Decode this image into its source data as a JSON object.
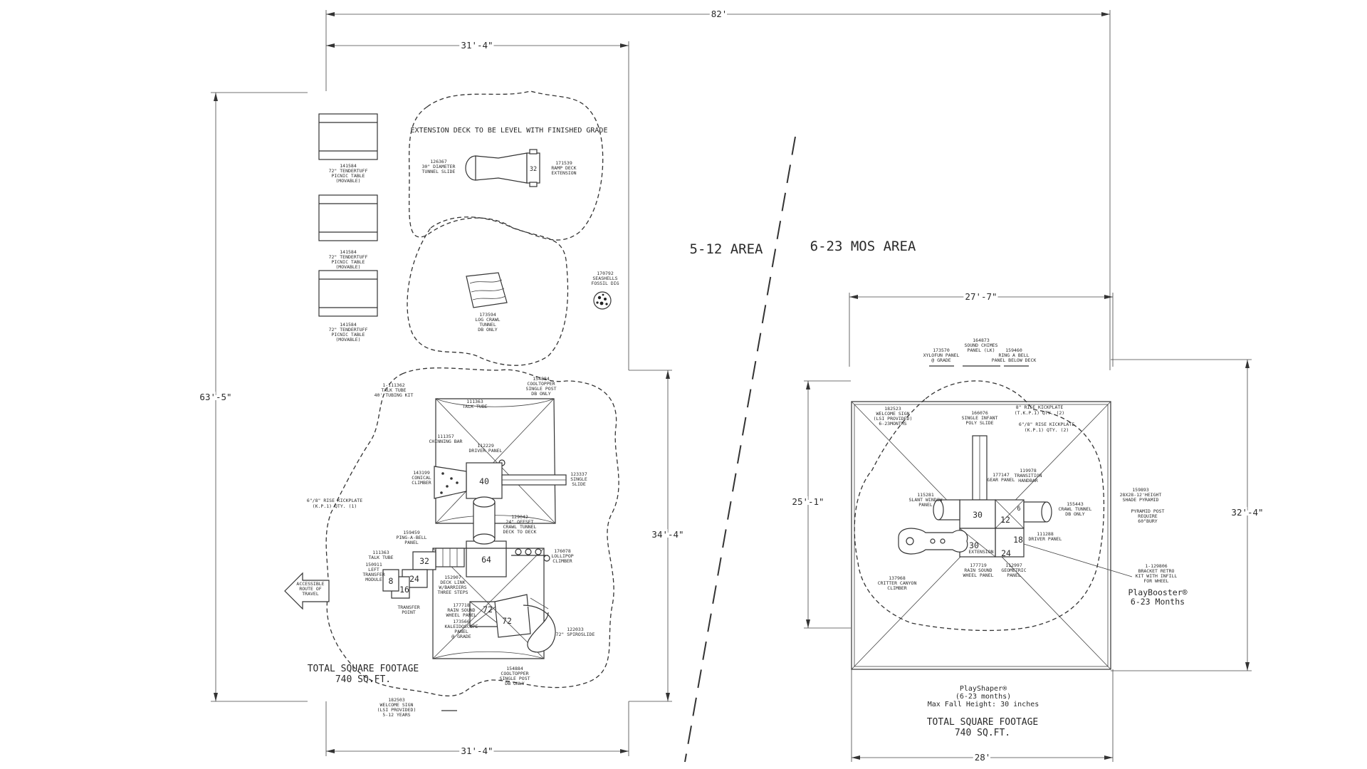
{
  "dimensions": {
    "overall_width": "82'",
    "left_top_width": "31'-4\"",
    "left_bottom_width": "31'-4\"",
    "left_height": "63'-5\"",
    "left_struct_height": "34'-4\"",
    "right_top_width": "27'-7\"",
    "right_bottom_width": "28'",
    "right_left_height": "25'-1\"",
    "right_right_height": "32'-4\""
  },
  "areas": {
    "left": "5-12 AREA",
    "right": "6-23 MOS AREA"
  },
  "notes": {
    "extension_deck": "EXTENSION DECK TO BE LEVEL WITH FINISHED GRADE",
    "left_total_title": "TOTAL SQUARE FOOTAGE",
    "left_total_value": "740 SQ.FT.",
    "right_total_title": "TOTAL SQUARE FOOTAGE",
    "right_total_value": "740 SQ.FT.",
    "route_lines": [
      "ACCESSIBLE",
      "ROUTE OF",
      "TRAVEL"
    ],
    "playshaper_lines": [
      "PlayShaper®",
      "(6-23 months)",
      "Max Fall Height: 30 inches"
    ],
    "playbooster_lines": [
      "PlayBooster®",
      "6-23 Months"
    ]
  },
  "picnic_tables": [
    [
      "141584",
      "72\" TENDERTUFF",
      "PICNIC TABLE",
      "(MOVABLE)"
    ],
    [
      "141584",
      "72\" TENDERTUFF",
      "PICNIC TABLE",
      "(MOVABLE)"
    ],
    [
      "141584",
      "72\" TENDERTUFF",
      "PICNIC TABLE",
      "(MOVABLE)"
    ]
  ],
  "deck_heights": {
    "tunnel": "32",
    "c40": "40",
    "c64": "64",
    "c72a": "72",
    "c72b": "72",
    "c32": "32",
    "c24": "24",
    "c16": "16",
    "c8": "8",
    "r30a": "30",
    "r12": "12",
    "r6": "6",
    "r18": "18",
    "r30b": "30",
    "r24": "24"
  },
  "labels_left": {
    "tunnel_slide": [
      "126367",
      "30\" DIAMETER",
      "TUNNEL SLIDE"
    ],
    "ramp_deck": [
      "171539",
      "RAMP DECK",
      "EXTENSION"
    ],
    "crawl_tunnel": [
      "173594",
      "LOG CRAWL",
      "TUNNEL",
      "DB ONLY"
    ],
    "fossil": [
      "170792",
      "SEASHELLS",
      "FOSSIL DIG"
    ],
    "talk_tube_kit": [
      "1-111362",
      "TALK TUBE",
      "40' TUBING KIT"
    ],
    "talk_tube_top": [
      "111363",
      "TALK TUBE"
    ],
    "cooltopper_top": [
      "154884",
      "COOLTOPPER",
      "SINGLE POST",
      "DB ONLY"
    ],
    "chinning": [
      "111357",
      "CHINNING BAR"
    ],
    "driver_panel": [
      "112229",
      "DRIVER PANEL"
    ],
    "conical": [
      "143199",
      "CONICAL",
      "CLIMBER"
    ],
    "single_slide": [
      "123337",
      "SINGLE",
      "SLIDE"
    ],
    "kickplate": [
      "6\"/8\" RISE KICKPLATE",
      "(K.P.1) QTY. (1)"
    ],
    "offset_crawl": [
      "129042",
      "24\" OFFSET",
      "CRAWL TUNNEL",
      "DECK TO DECK"
    ],
    "ping": [
      "159459",
      "PING-A-BELL",
      "PANEL"
    ],
    "talk_tube_left": [
      "111363",
      "TALK TUBE"
    ],
    "transfer_module": [
      "150911",
      "LEFT",
      "TRANSFER",
      "MODULE"
    ],
    "lollipop": [
      "176078",
      "LOLLIPOP",
      "CLIMBER"
    ],
    "deck_link": [
      "152907",
      "DECK LINK",
      "W/BARRIERS",
      "THREE STEPS"
    ],
    "transfer_point": [
      "TRANSFER",
      "POINT"
    ],
    "rain_wheel": [
      "177718",
      "RAIN SOUND",
      "WHEEL PANEL"
    ],
    "kaleidoscope": [
      "173566",
      "KALEIDOSCOPE",
      "PANEL",
      "@ GRADE"
    ],
    "spiroslide": [
      "122033",
      "72\" SPIROSLIDE"
    ],
    "cooltopper_bottom": [
      "154884",
      "COOLTOPPER",
      "SINGLE POST",
      "DB ONLY"
    ],
    "welcome_sign": [
      "182503",
      "WELCOME SIGN",
      "(LSI PROVIDED)",
      "5-12 YEARS"
    ]
  },
  "labels_right": {
    "xylofun": [
      "173570",
      "XYLOFUN PANEL",
      "@ GRADE"
    ],
    "sound_chimes": [
      "164873",
      "SOUND CHIMES",
      "PANEL (LK)"
    ],
    "ring_bell": [
      "159460",
      "RING A BELL",
      "PANEL BELOW DECK"
    ],
    "welcome_sign": [
      "182523",
      "WELCOME SIGN",
      "(LSI PROVIDED)",
      "6-23MONTHS"
    ],
    "infant_slide": [
      "166076",
      "SINGLE INFANT",
      "POLY SLIDE"
    ],
    "kickplate_tkp": [
      "8\" RISE KICKPLATE",
      "(T.K.P.1) QTY. (2)"
    ],
    "kickplate_kp": [
      "6\"/8\" RISE KICKPLATE",
      "(K.P.1) QTY. (2)"
    ],
    "gear_panel": [
      "177147",
      "GEAR PANEL"
    ],
    "transition": [
      "119978",
      "TRANSITION",
      "HANDBAR"
    ],
    "shade_pyramid": [
      "159893",
      "28X28-12'HEIGHT",
      "SHADE PYRAMID"
    ],
    "pyramid_post": [
      "PYRAMID POST",
      "REQUIRE",
      "60\"BURY"
    ],
    "slant_window": [
      "115281",
      "SLANT WINDOW",
      "PANEL"
    ],
    "crawl_tunnel": [
      "155443",
      "CRAWL TUNNEL",
      "DB ONLY"
    ],
    "extension": [
      "EXTENSION"
    ],
    "driver_panel": [
      "111288",
      "DRIVER PANEL"
    ],
    "critter": [
      "137968",
      "CRITTER CANYON",
      "CLIMBER"
    ],
    "rain_wheel": [
      "177719",
      "RAIN SOUND",
      "WHEEL PANEL"
    ],
    "geometric": [
      "112997",
      "GEOMETRIC",
      "PANEL"
    ],
    "bracket": [
      "1-129806",
      "BRACKET RETRO",
      "KIT WITH INFILL",
      "FOR WHEEL"
    ]
  }
}
